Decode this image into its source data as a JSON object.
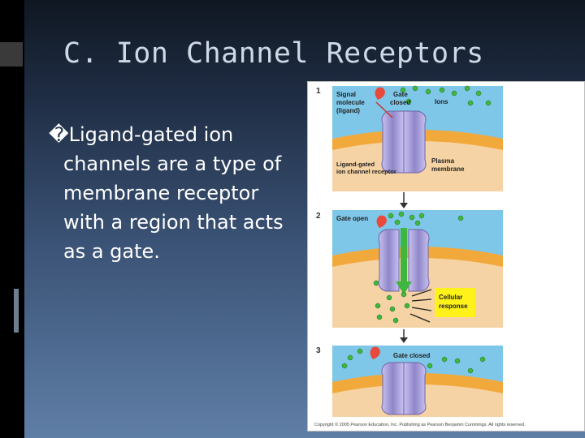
{
  "slide": {
    "title": "C. Ion Channel Receptors",
    "bullet_glyph": "�",
    "body_lines": [
      "Ligand-gated ion",
      "channels are a type of",
      "membrane receptor",
      "with a region that acts",
      "as a gate."
    ]
  },
  "figure": {
    "step_1": {
      "number": "1",
      "label_signal_1": "Signal",
      "label_signal_2": "molecule",
      "label_signal_3": "(ligand)",
      "label_gate_1": "Gate",
      "label_gate_2": "closed",
      "label_ions": "Ions",
      "label_receptor_1": "Ligand-gated",
      "label_receptor_2": "ion channel receptor",
      "label_membrane_1": "Plasma",
      "label_membrane_2": "membrane"
    },
    "step_2": {
      "number": "2",
      "label_gate": "Gate open",
      "label_response_1": "Cellular",
      "label_response_2": "response"
    },
    "step_3": {
      "number": "3",
      "label_gate": "Gate closed"
    },
    "copyright": "Copyright © 2005 Pearson Education, Inc. Publishing as Pearson Benjamin Cummings. All rights reserved."
  },
  "colors": {
    "extracellular": "#7fc7e9",
    "intracellular": "#f6d3a4",
    "membrane": "#f2a93b",
    "channel": "#a9a1d6",
    "ion": "#3fb63f",
    "ligand": "#e8493a",
    "response_box": "#fff11a"
  }
}
